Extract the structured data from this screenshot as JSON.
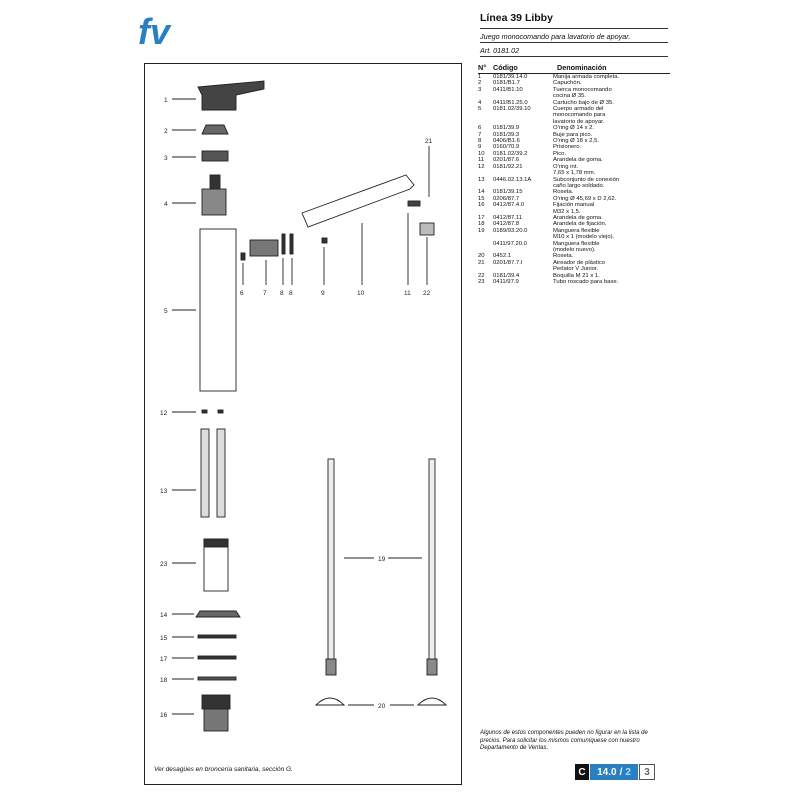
{
  "brand": {
    "logo_text": "fv",
    "logo_color": "#2a7fc1"
  },
  "header": {
    "title": "Línea 39 Libby",
    "subtitle": "Juego monocomando para lavatorio de apoyar.",
    "article": "Art. 0181.02"
  },
  "table": {
    "headers": {
      "num": "N°",
      "code": "Código",
      "name": "Denominación"
    },
    "rows": [
      {
        "num": "1",
        "code": "0181/39.14.0",
        "name": "Manija armada completa."
      },
      {
        "num": "2",
        "code": "0181/B1.7",
        "name": "Capuchón."
      },
      {
        "num": "3",
        "code": "0411/B1.10",
        "name": "Tuerca monocomando"
      },
      {
        "num": "",
        "code": "",
        "name": "cocina Ø 35."
      },
      {
        "num": "4",
        "code": "0411/B1.25.0",
        "name": "Cartucho bajo de Ø 35."
      },
      {
        "num": "5",
        "code": "0181.02/39.10",
        "name": "Cuerpo armado del"
      },
      {
        "num": "",
        "code": "",
        "name": "monocomando para"
      },
      {
        "num": "",
        "code": "",
        "name": "lavatorio de apoyar."
      },
      {
        "num": "6",
        "code": "0181/39.9",
        "name": "O'ring Ø 14 x 2."
      },
      {
        "num": "7",
        "code": "0181/39.3",
        "name": "Buje para pico."
      },
      {
        "num": "8",
        "code": "0406/B1.6",
        "name": "O'ring Ø 18 x 2,5."
      },
      {
        "num": "9",
        "code": "0160/70.9",
        "name": "Prisionero."
      },
      {
        "num": "10",
        "code": "0181.02/39.2",
        "name": "Pico."
      },
      {
        "num": "11",
        "code": "0201/87.6",
        "name": "Arandela de goma."
      },
      {
        "num": "12",
        "code": "0181/92.21",
        "name": "O'ring int."
      },
      {
        "num": "",
        "code": "",
        "name": "7,65 x 1,78 mm."
      },
      {
        "num": "13",
        "code": "0446.02.13.1A",
        "name": "Subconjunto de conexión"
      },
      {
        "num": "",
        "code": "",
        "name": "caño largo soldado."
      },
      {
        "num": "14",
        "code": "0181/39.15",
        "name": "Roseta."
      },
      {
        "num": "15",
        "code": "0206/87.7",
        "name": "O'ring Ø 45,69 x D 2,62."
      },
      {
        "num": "16",
        "code": "0412/87.4.0",
        "name": "Fijación manual"
      },
      {
        "num": "",
        "code": "",
        "name": "M32 x 1,5."
      },
      {
        "num": "17",
        "code": "0412/87.11",
        "name": "Arandela de goma."
      },
      {
        "num": "18",
        "code": "0412/87.8",
        "name": "Arandela de fijación."
      },
      {
        "num": "19",
        "code": "0189/93.20.0",
        "name": "Manguera flexible"
      },
      {
        "num": "",
        "code": "",
        "name": "M10 x 1 (modelo viejo)."
      },
      {
        "num": "",
        "code": "0411/97.20.0",
        "name": "Manguera flexible"
      },
      {
        "num": "",
        "code": "",
        "name": "(modelo nuevo)."
      },
      {
        "num": "20",
        "code": "0452.1",
        "name": "Roseta."
      },
      {
        "num": "21",
        "code": "0201/87.7.I",
        "name": "Aireador de plástico"
      },
      {
        "num": "",
        "code": "",
        "name": "Perlator V Junior."
      },
      {
        "num": "22",
        "code": "0181/39.4",
        "name": "Boquilla M 21 x 1."
      },
      {
        "num": "23",
        "code": "0411/97.9",
        "name": "Tubo roscado para base."
      }
    ]
  },
  "diagram": {
    "callouts": [
      "1",
      "2",
      "3",
      "4",
      "5",
      "6",
      "7",
      "8",
      "8",
      "9",
      "10",
      "11",
      "22",
      "21",
      "12",
      "13",
      "23",
      "14",
      "15",
      "17",
      "18",
      "16",
      "19",
      "20"
    ],
    "footnote": "Ver desagües en broncería sanitaria, sección G."
  },
  "note": "Algunos de estos componentes pueden no figurar en la lista de precios. Para solicitar los mismos comuníquese con nuestro Departamento de Ventas.",
  "footer": {
    "section": "C",
    "code": "14.0",
    "page": "2",
    "of": "3",
    "accent": "#2a7fc1"
  }
}
